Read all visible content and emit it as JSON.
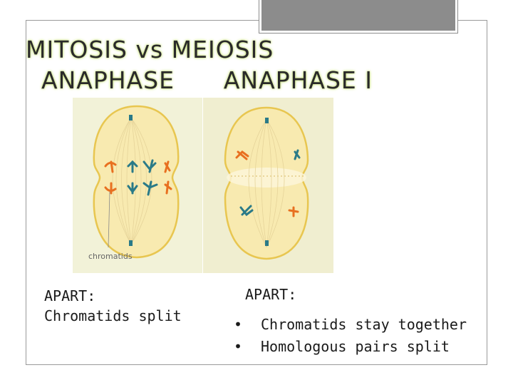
{
  "slide": {
    "title_line1": "MITOSIS vs MEIOSIS",
    "title_line2": "ANAPHASE      ANAPHASE I",
    "figure": {
      "label": "chromatids"
    },
    "left_caption": {
      "heading": "APART:",
      "body": "Chromatids split"
    },
    "right_caption": {
      "heading": "APART:",
      "bullets": [
        "Chromatids stay together",
        "Homologous pairs split"
      ]
    }
  },
  "colors": {
    "cell_fill": "#f8eab0",
    "cell_outline": "#e8c650",
    "panel_bg": "#f0f0d0",
    "chromosome_orange": "#e87020",
    "chromosome_teal": "#2a7a88"
  }
}
